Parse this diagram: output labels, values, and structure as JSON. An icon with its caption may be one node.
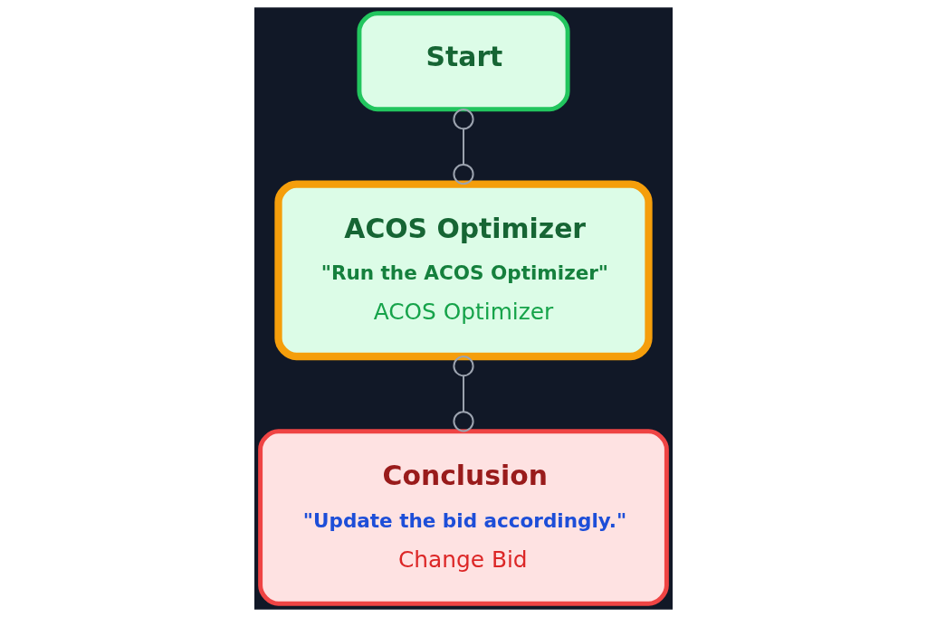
{
  "diagram": {
    "nodes": [
      {
        "text": [
          "Start"
        ]
      },
      {
        "text": [
          "ACOS Optimizer",
          "\"Run the ACOS Optimizer\"",
          "ACOS Optimizer"
        ]
      },
      {
        "text": [
          "Conclusion",
          "\"Update the bid accordingly.\"",
          "Change Bid"
        ]
      }
    ],
    "edges": [
      {
        "from": 0,
        "to": 1,
        "arrow": "other"
      },
      {
        "from": 1,
        "to": 2,
        "arrow": "other"
      }
    ]
  }
}
